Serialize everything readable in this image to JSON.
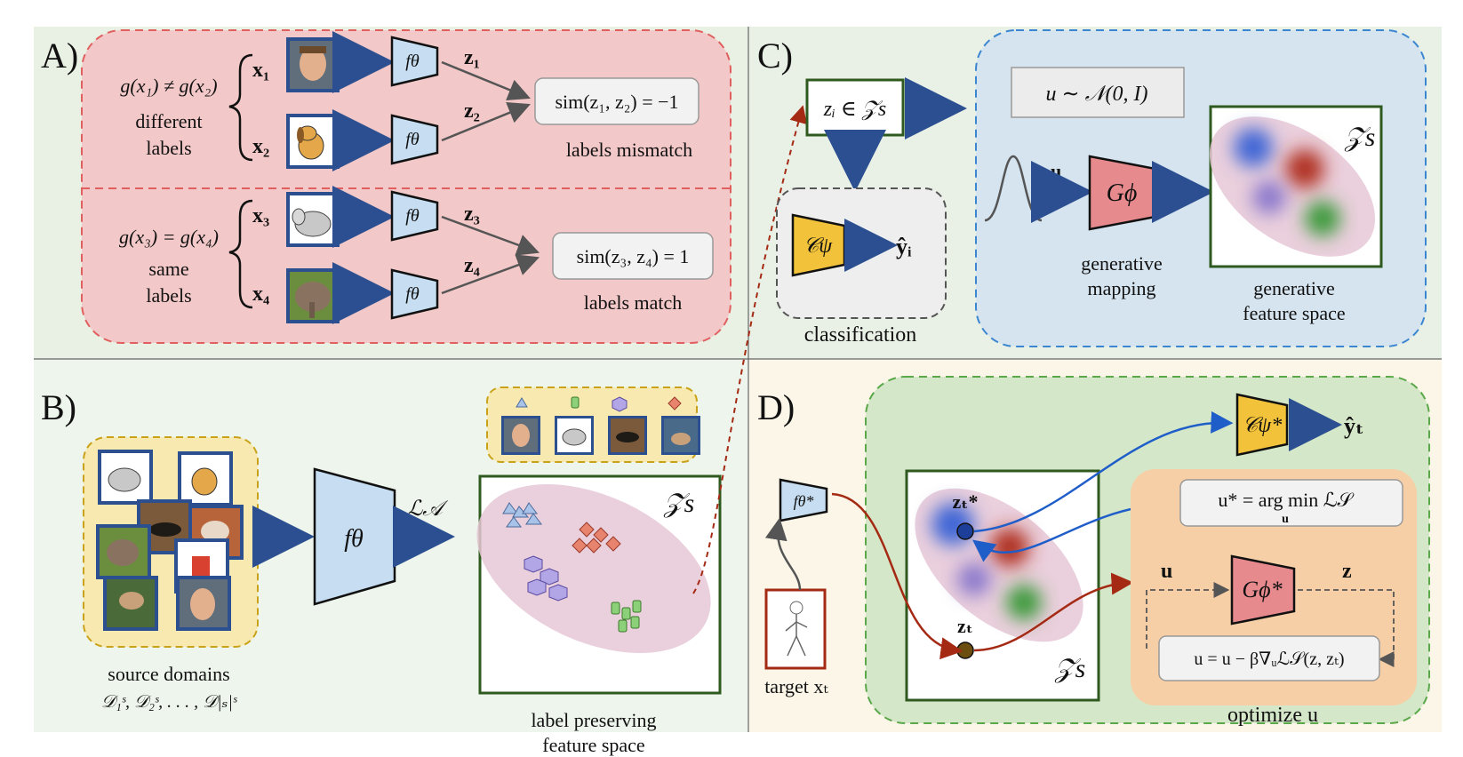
{
  "panels": {
    "a": {
      "label": "A)"
    },
    "b": {
      "label": "B)"
    },
    "c": {
      "label": "C)"
    },
    "d": {
      "label": "D)"
    }
  },
  "panel_a": {
    "ineq_condition": "g(x₁) ≠ g(x₂)",
    "different_labels_1": "different",
    "different_labels_2": "labels",
    "eq_condition": "g(x₃) = g(x₄)",
    "same_labels_1": "same",
    "same_labels_2": "labels",
    "x1": "x₁",
    "x2": "x₂",
    "x3": "x₃",
    "x4": "x₄",
    "encoder": "fθ",
    "z1": "z₁",
    "z2": "z₂",
    "z3": "z₃",
    "z4": "z₄",
    "sim_mismatch": "sim(z₁, z₂) = −1",
    "sim_match": "sim(z₃, z₄) = 1",
    "labels_mismatch": "labels mismatch",
    "labels_match": "labels match"
  },
  "panel_b": {
    "source_domains": "source domains",
    "domains_formula": "𝒟₁ˢ, 𝒟₂ˢ, . . . , 𝒟|ₛ|ˢ",
    "encoder": "fθ",
    "loss": "ℒ𝒜",
    "space_symbol": "𝒵s",
    "feature_space_1": "label preserving",
    "feature_space_2": "feature space"
  },
  "panel_c": {
    "zi_box": "zᵢ ∈ 𝒵s",
    "classifier": "𝒞ψ",
    "y_hat": "ŷᵢ",
    "classification": "classification",
    "noise": "u ∼ 𝒩(0, I)",
    "u": "u",
    "generator": "Gϕ",
    "generative_mapping_1": "generative",
    "generative_mapping_2": "mapping",
    "space_symbol": "𝒵s",
    "generative_space_1": "generative",
    "generative_space_2": "feature space"
  },
  "panel_d": {
    "encoder": "fθ*",
    "target": "target xₜ",
    "classifier": "𝒞ψ*",
    "y_hat_t": "ŷₜ",
    "z_t_star": "zₜ*",
    "z_t": "zₜ",
    "space_symbol": "𝒵s",
    "u_star": "u* = arg min ℒ𝒮",
    "argmin_sub": "u",
    "u": "u",
    "generator": "Gϕ*",
    "z": "z",
    "update": "u = u − β∇ᵤℒ𝒮(z, zₜ)",
    "optimize": "optimize u"
  },
  "colors": {
    "panel_a_bg": "#e8f1e3",
    "panel_b_bg": "#eef5ec",
    "panel_d_bg": "#fbf6e8",
    "pink_box": "#f2c8c8",
    "pink_border": "#e06060",
    "blue_box": "#d6e4ef",
    "blue_border": "#3a86d0",
    "green_box": "#d4e7c8",
    "green_border": "#5aa84a",
    "orange_box": "#f6cfa6",
    "encoder_fill": "#c7def2",
    "classifier_fill": "#f2c33a",
    "generator_fill": "#e78a8e",
    "arrow_blue": "#2b4f91",
    "dark_green": "#2f5a1f",
    "dark_red": "#a52a14",
    "curve_blue": "#1f5ec9"
  }
}
